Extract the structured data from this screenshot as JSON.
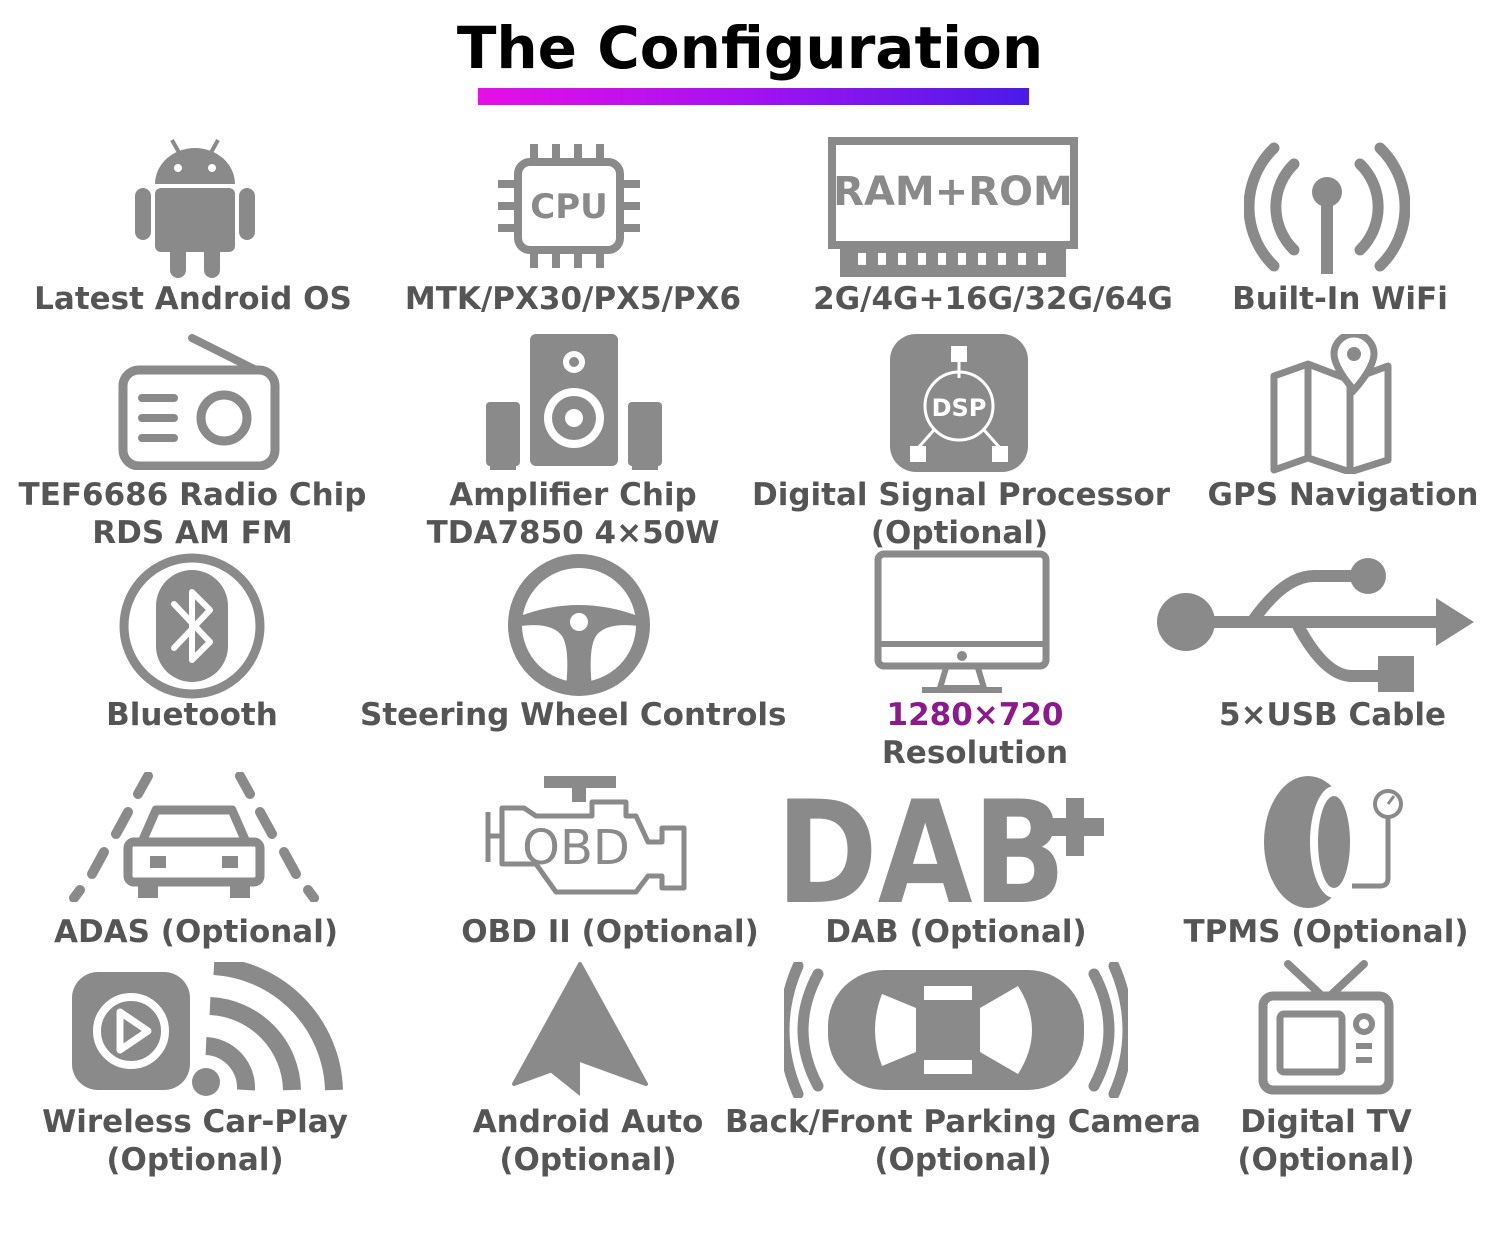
{
  "title": "The Configuration",
  "colors": {
    "text": "#555555",
    "icon": "#8a8a8a",
    "accent": "#8c1a8c",
    "gradient_start": "#e60fe6",
    "gradient_end": "#4a1ae8"
  },
  "features": [
    {
      "icon": "android-icon",
      "lines": [
        "Latest Android OS"
      ]
    },
    {
      "icon": "cpu-icon",
      "icon_text": "CPU",
      "lines": [
        "MTK/PX30/PX5/PX6"
      ]
    },
    {
      "icon": "ram-rom-icon",
      "icon_text": "RAM+ROM",
      "lines": [
        "2G/4G+16G/32G/64G"
      ]
    },
    {
      "icon": "wifi-antenna-icon",
      "lines": [
        "Built-In WiFi"
      ]
    },
    {
      "icon": "radio-icon",
      "lines": [
        "TEF6686 Radio Chip",
        "RDS AM FM"
      ]
    },
    {
      "icon": "speaker-icon",
      "lines": [
        "Amplifier Chip",
        "TDA7850 4×50W"
      ]
    },
    {
      "icon": "dsp-icon",
      "icon_text": "DSP",
      "lines": [
        "Digital Signal Processor",
        "(Optional)"
      ]
    },
    {
      "icon": "gps-map-icon",
      "lines": [
        "GPS Navigation"
      ]
    },
    {
      "icon": "bluetooth-icon",
      "lines": [
        "Bluetooth"
      ]
    },
    {
      "icon": "steering-wheel-icon",
      "lines": [
        "Steering Wheel Controls"
      ]
    },
    {
      "icon": "monitor-icon",
      "lines": [
        "1280×720",
        "Resolution"
      ]
    },
    {
      "icon": "usb-icon",
      "lines": [
        "5×USB Cable"
      ]
    },
    {
      "icon": "adas-car-icon",
      "lines": [
        "ADAS (Optional)"
      ]
    },
    {
      "icon": "obd-engine-icon",
      "icon_text": "OBD",
      "lines": [
        "OBD II (Optional)"
      ]
    },
    {
      "icon": "dab-plus-icon",
      "icon_text": "DAB",
      "lines": [
        "DAB (Optional)"
      ]
    },
    {
      "icon": "tpms-tire-icon",
      "lines": [
        "TPMS (Optional)"
      ]
    },
    {
      "icon": "wireless-carplay-icon",
      "lines": [
        "Wireless Car-Play",
        "(Optional)"
      ]
    },
    {
      "icon": "android-auto-icon",
      "lines": [
        "Android Auto",
        "(Optional)"
      ]
    },
    {
      "icon": "parking-camera-icon",
      "lines": [
        "Back/Front Parking Camera",
        "(Optional)"
      ]
    },
    {
      "icon": "digital-tv-icon",
      "lines": [
        "Digital TV",
        "(Optional)"
      ]
    }
  ]
}
